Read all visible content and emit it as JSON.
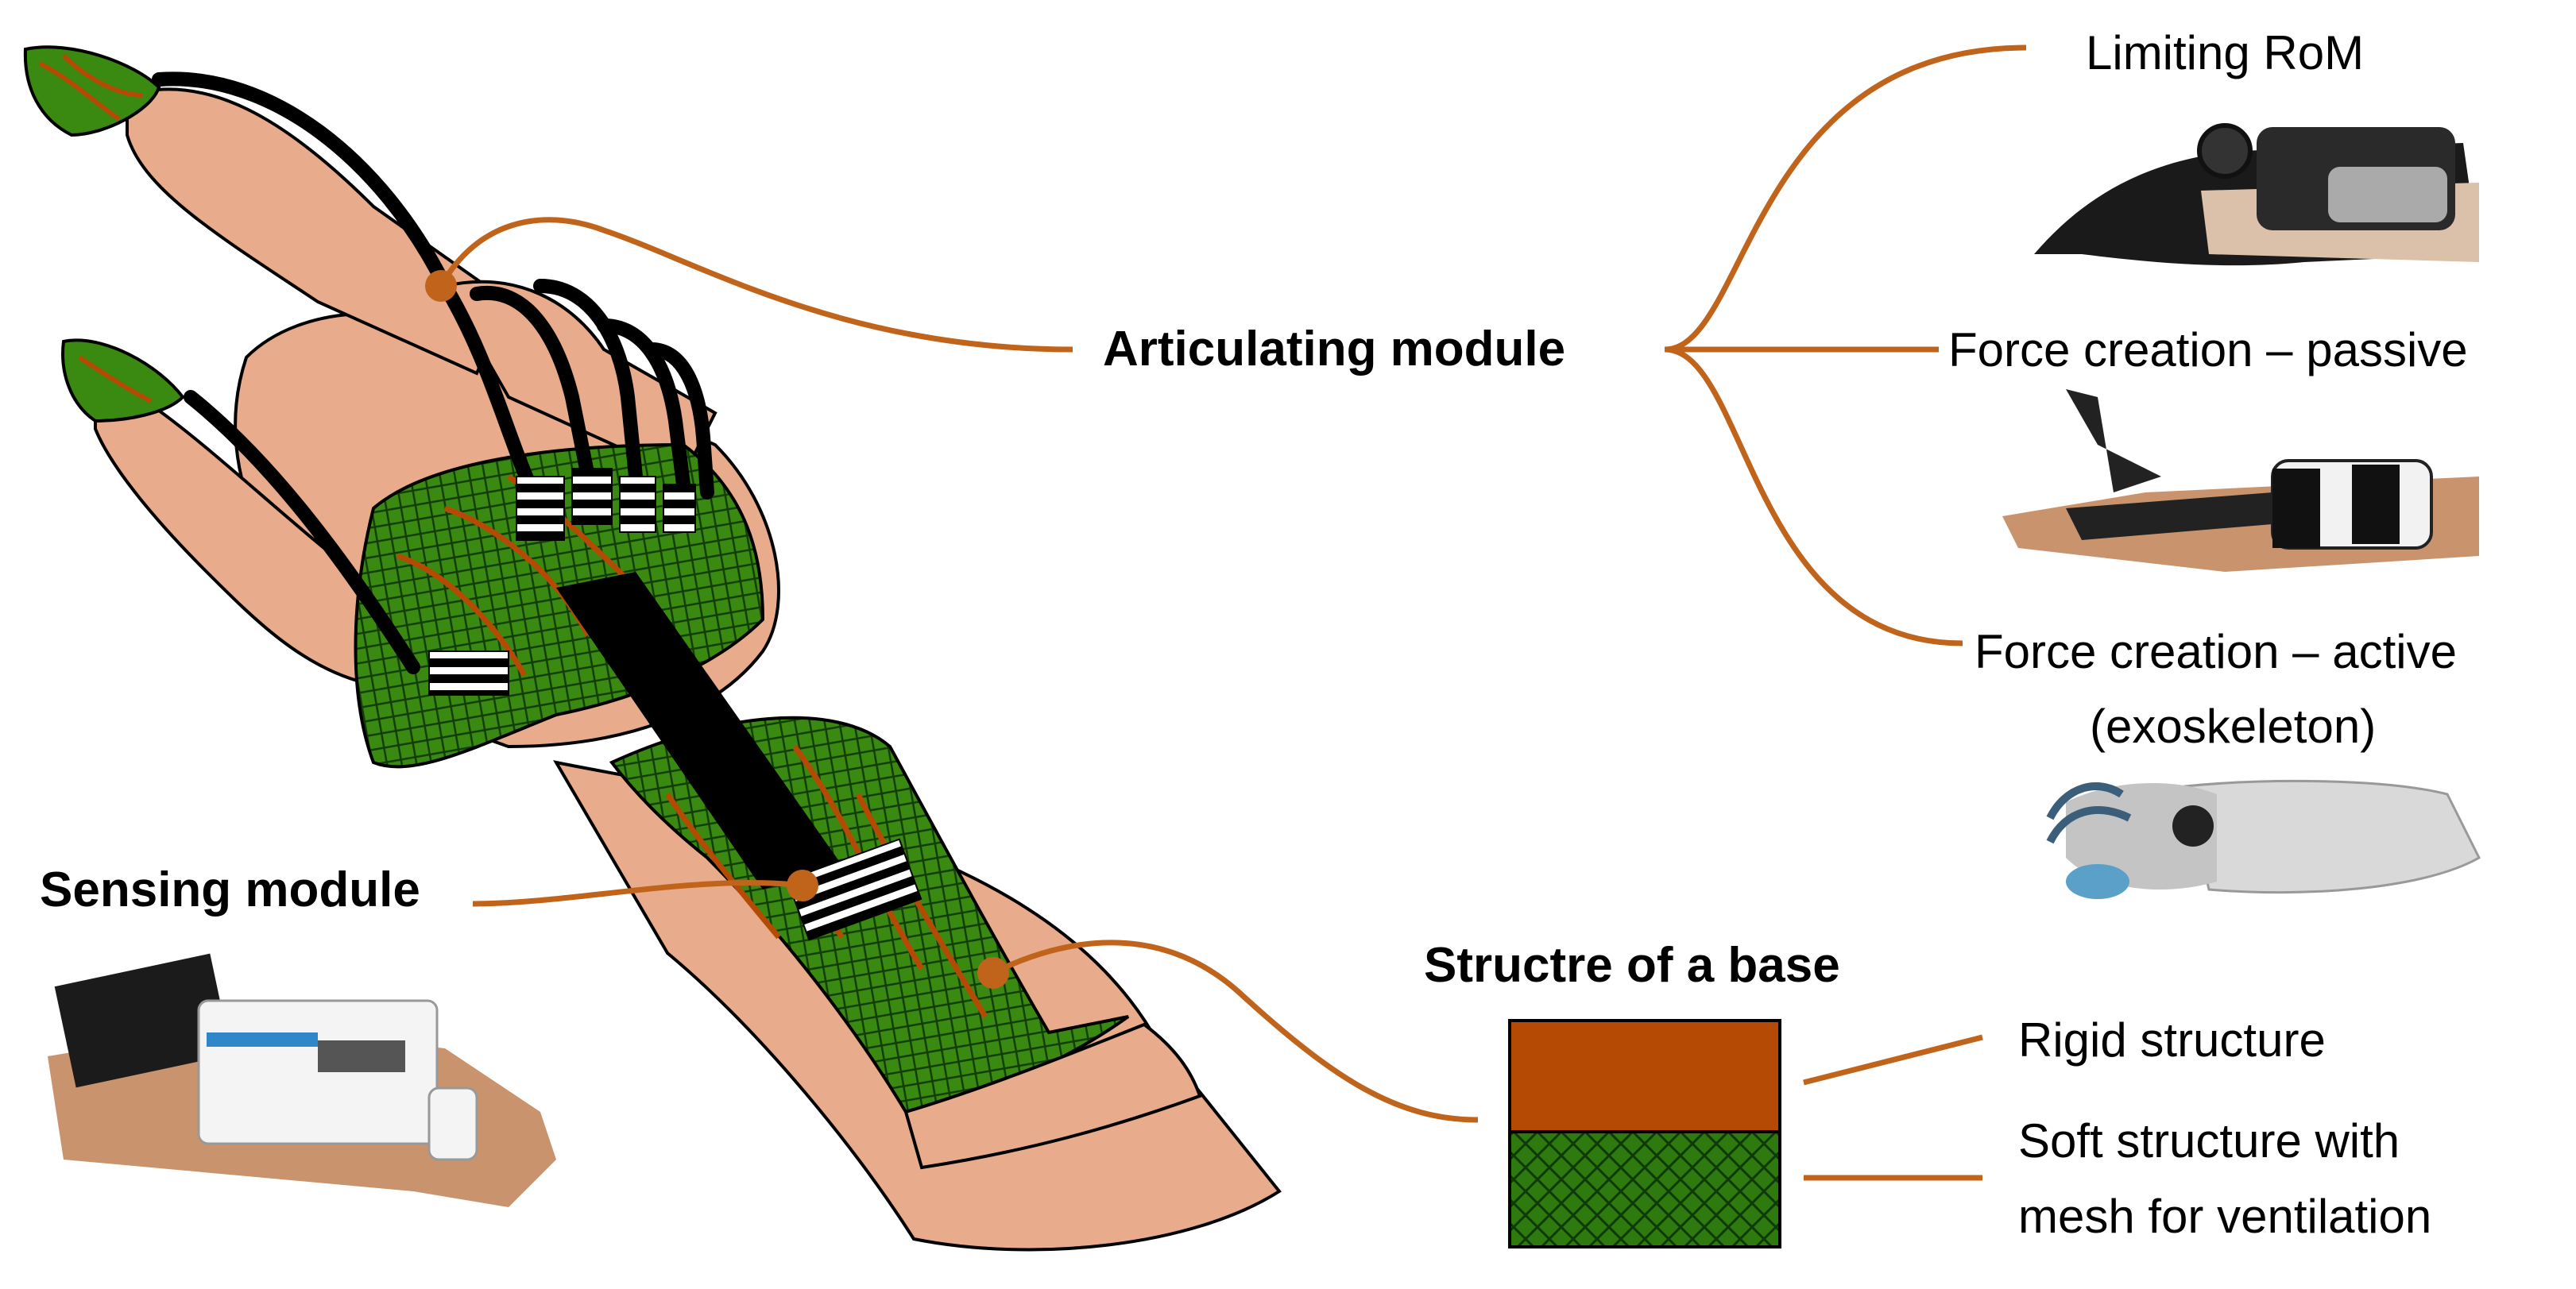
{
  "labels": {
    "articulating": "Articulating module",
    "limiting": "Limiting RoM",
    "force_passive": "Force creation – passive",
    "force_active_1": "Force creation – active",
    "force_active_2": "(exoskeleton)",
    "sensing": "Sensing module",
    "structure_title": "Structre of a base",
    "rigid": "Rigid structure",
    "soft_1": "Soft structure with",
    "soft_2": "mesh for ventilation"
  },
  "colors": {
    "connector": "#c0641b",
    "rigid": "#b54a05",
    "soft": "#2f7a0e",
    "mesh": "#0e3a06",
    "skin": "#e8ab8b",
    "strap": "#000000"
  }
}
